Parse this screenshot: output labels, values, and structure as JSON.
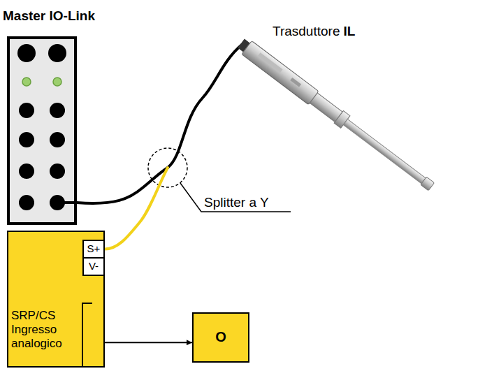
{
  "diagram": {
    "nodes": [
      {
        "text": [
          "Master IO-Link"
        ]
      },
      {
        "text": [
          "SRP/CS Ingresso analogico"
        ]
      },
      {
        "text": [
          "S+"
        ],
        "in": 1
      },
      {
        "text": [
          "V-"
        ],
        "in": 1
      },
      {
        "text": [
          "O"
        ]
      }
    ],
    "edges": [
      {
        "from": 0,
        "to": 2,
        "arrow": "none"
      },
      {
        "from": 1,
        "to": 4,
        "arrow": "to"
      }
    ],
    "labels": [
      "Trasduttore",
      "IL",
      "Splitter a Y"
    ]
  }
}
